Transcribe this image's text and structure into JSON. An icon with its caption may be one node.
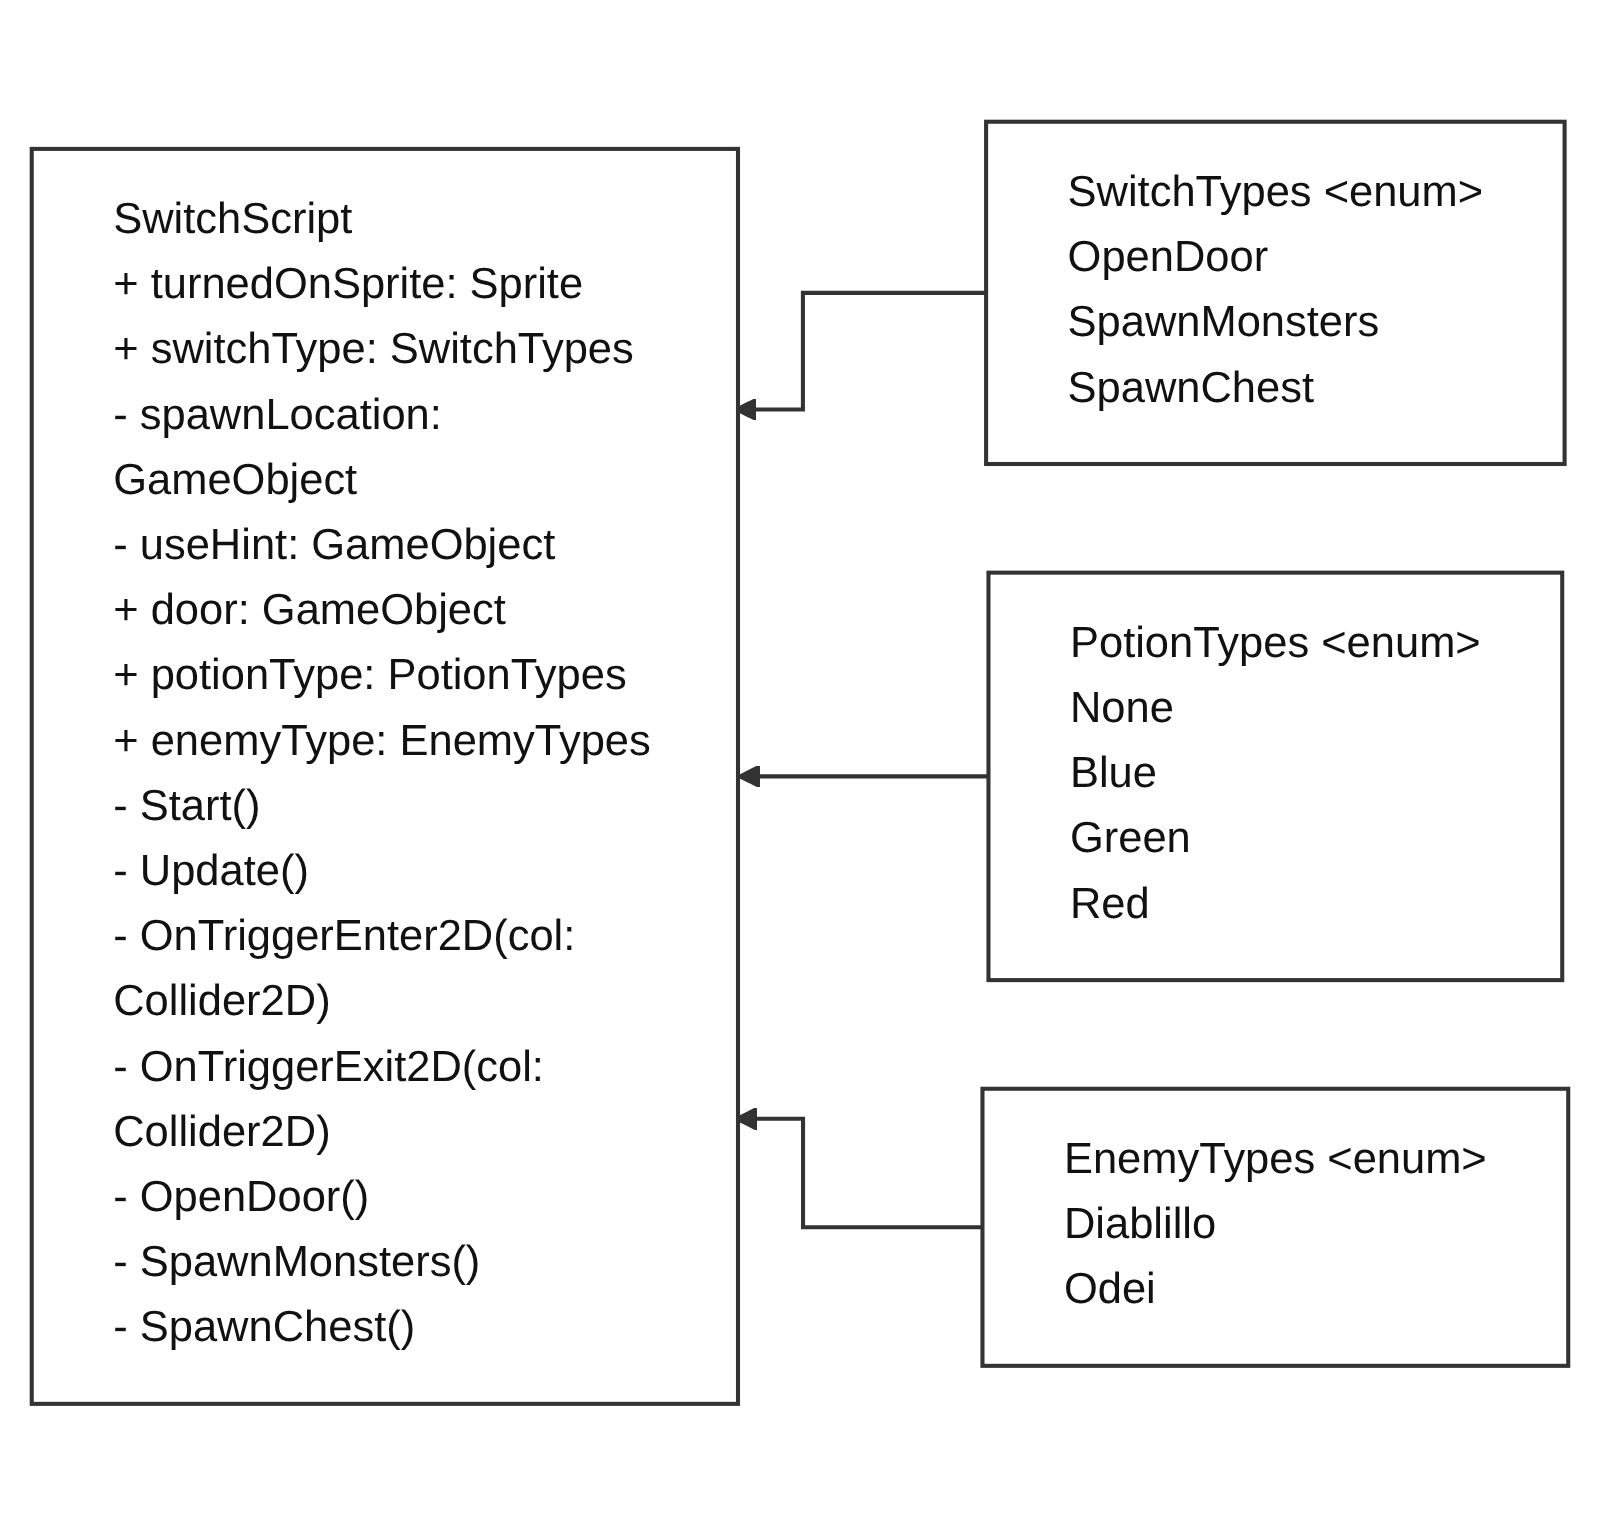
{
  "diagram": {
    "nodes": [
      {
        "text": [
          "SwitchScript",
          "+ turnedOnSprite: Sprite",
          "+ switchType: SwitchTypes",
          "- spawnLocation: GameObject",
          "- useHint: GameObject",
          "+ door: GameObject",
          "+ potionType: PotionTypes",
          "+ enemyType: EnemyTypes",
          "- Start()",
          "- Update()",
          "- OnTriggerEnter2D(col: Collider2D)",
          "- OnTriggerExit2D(col: Collider2D)",
          "- OpenDoor()",
          "- SpawnMonsters()",
          "- SpawnChest()"
        ]
      },
      {
        "text": [
          "SwitchTypes <enum>",
          "OpenDoor",
          "SpawnMonsters",
          "SpawnChest"
        ]
      },
      {
        "text": [
          "PotionTypes <enum>",
          "None",
          "Blue",
          "Green",
          "Red"
        ]
      },
      {
        "text": [
          "EnemyTypes <enum>",
          "Diablillo",
          "Odei"
        ]
      }
    ],
    "edges": [
      {
        "from": 1,
        "to": 0,
        "arrow": "to"
      },
      {
        "from": 2,
        "to": 0,
        "arrow": "to"
      },
      {
        "from": 3,
        "to": 0,
        "arrow": "to"
      }
    ]
  }
}
